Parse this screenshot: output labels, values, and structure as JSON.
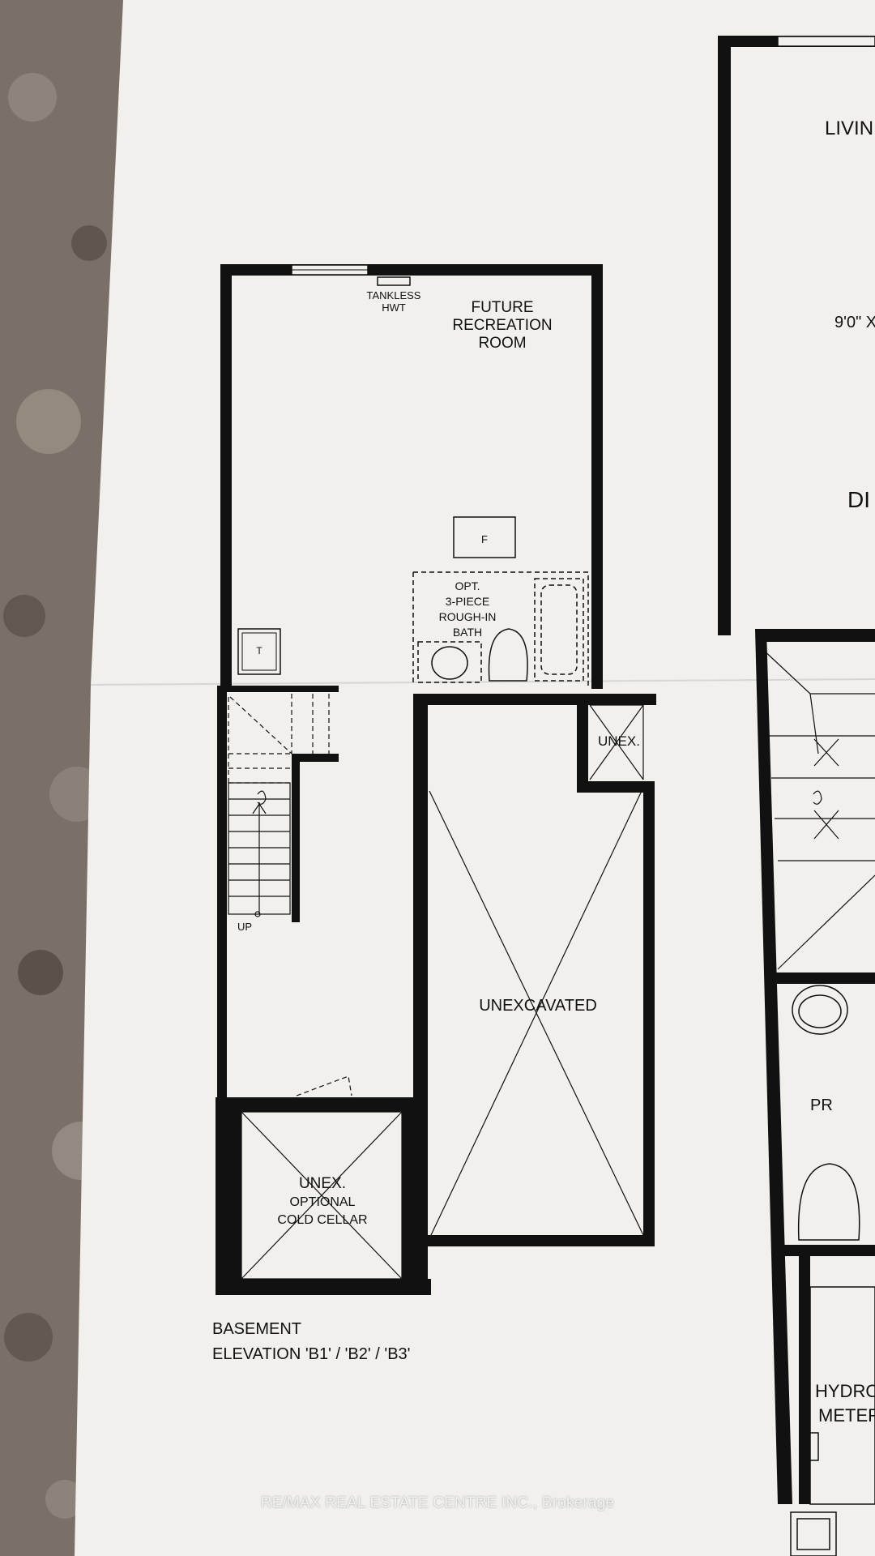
{
  "floorplan": {
    "rooms": {
      "recreation": [
        "FUTURE",
        "RECREATION",
        "ROOM"
      ],
      "tankless": [
        "TANKLESS",
        "HWT"
      ],
      "furnace": "F",
      "sump": "T",
      "bath": [
        "OPT.",
        "3-PIECE",
        "ROUGH-IN",
        "BATH"
      ],
      "unex_small": "UNEX.",
      "up": "UP",
      "unexcavated": "UNEXCAVATED",
      "cold_cellar": [
        "UNEX.",
        "OPTIONAL",
        "COLD CELLAR"
      ]
    },
    "caption": [
      "BASEMENT",
      "ELEVATION 'B1' / 'B2' / 'B3'"
    ],
    "right_plan": {
      "living": "LIVIN",
      "dimension": "9'0\" X",
      "dining": "DI",
      "powder_room": "PR",
      "hydro": [
        "HYDRO",
        "METER"
      ]
    }
  },
  "watermark": "RE/MAX REAL ESTATE CENTRE INC., Brokerage"
}
